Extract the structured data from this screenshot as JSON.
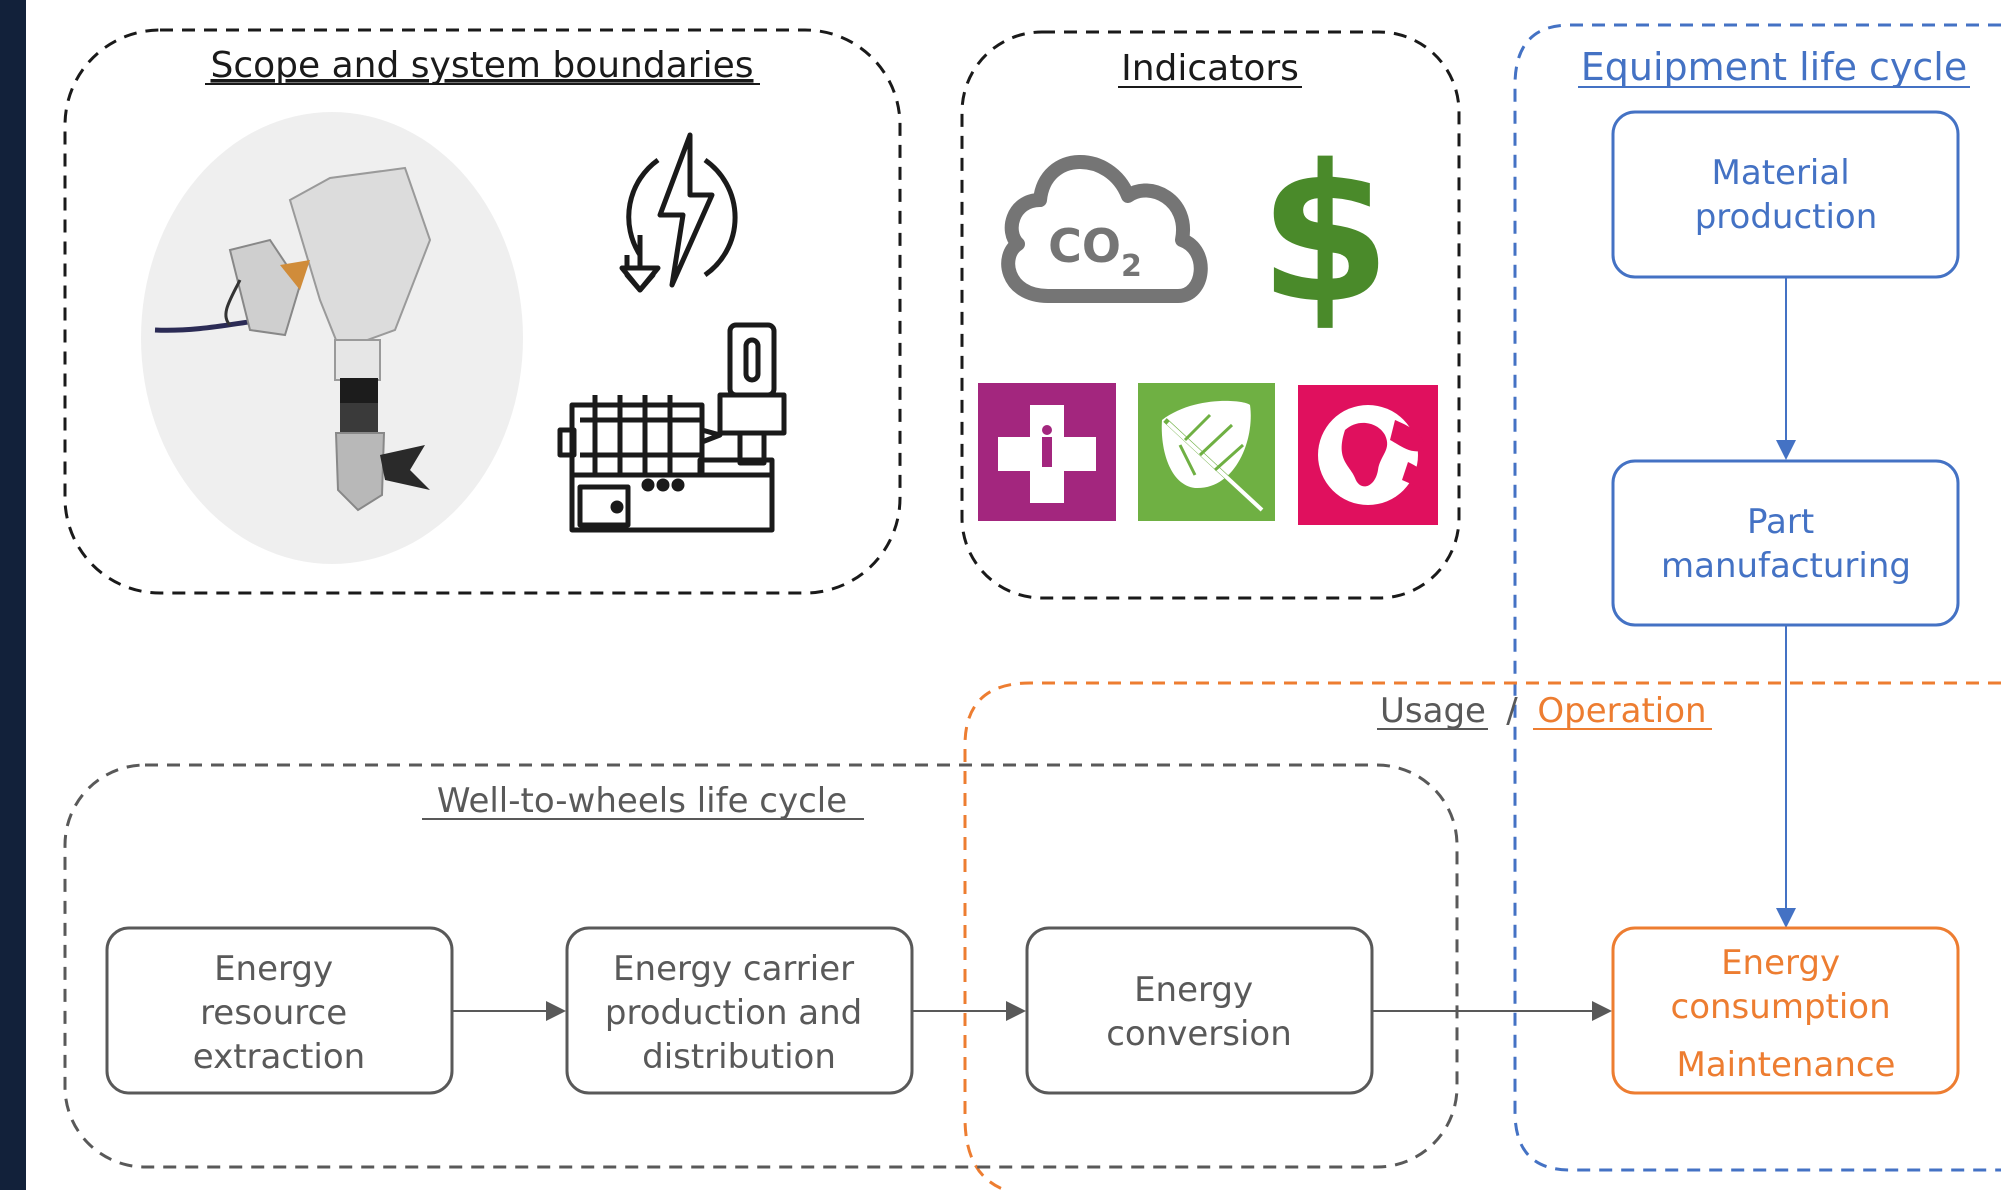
{
  "scope": {
    "title": "Scope and system boundaries"
  },
  "indicators": {
    "title": "Indicators",
    "co2_label": "CO",
    "co2_subscript": "2",
    "currency_symbol": "$"
  },
  "equipment": {
    "title": "Equipment life cycle"
  },
  "usage": {
    "title": "Usage",
    "separator": "/",
    "operation": "Operation"
  },
  "wtw": {
    "title": "Well-to-wheels life cycle"
  },
  "boxes": {
    "material_production": [
      "Material",
      "production"
    ],
    "part_manufacturing": [
      "Part",
      "manufacturing"
    ],
    "energy_resource_extraction": [
      "Energy",
      "resource",
      "extraction"
    ],
    "energy_carrier": [
      "Energy carrier",
      "production and",
      "distribution"
    ],
    "energy_conversion": [
      "Energy",
      "conversion"
    ],
    "energy_consumption": [
      "Energy",
      "consumption",
      "Maintenance"
    ]
  },
  "colors": {
    "black": "#1a1a1a",
    "gray": "#595959",
    "blue": "#4472c4",
    "orange": "#ed7d31",
    "co2_gray": "#757575",
    "dollar_green": "#4a8a2a",
    "health_purple": "#a3267e",
    "leaf_green": "#6fb043",
    "earth_pink": "#e0105e"
  }
}
